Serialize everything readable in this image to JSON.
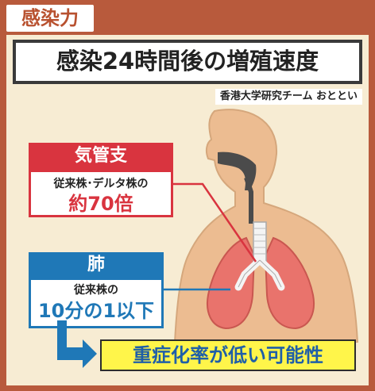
{
  "tag": "感染力",
  "title": "感染24時間後の増殖速度",
  "source": "香港大学研究チーム おととい",
  "bronchus": {
    "heading": "気管支",
    "line1": "従来株･デルタ株の",
    "line2": "約70倍"
  },
  "lung": {
    "heading": "肺",
    "line1": "従来株の",
    "line2": "10分の1以下"
  },
  "conclusion": "重症化率が低い可能性",
  "colors": {
    "frame": "#b85a3c",
    "background": "#f7ecd3",
    "red": "#d9343f",
    "blue": "#1f78b7",
    "highlight": "#fff54a"
  }
}
